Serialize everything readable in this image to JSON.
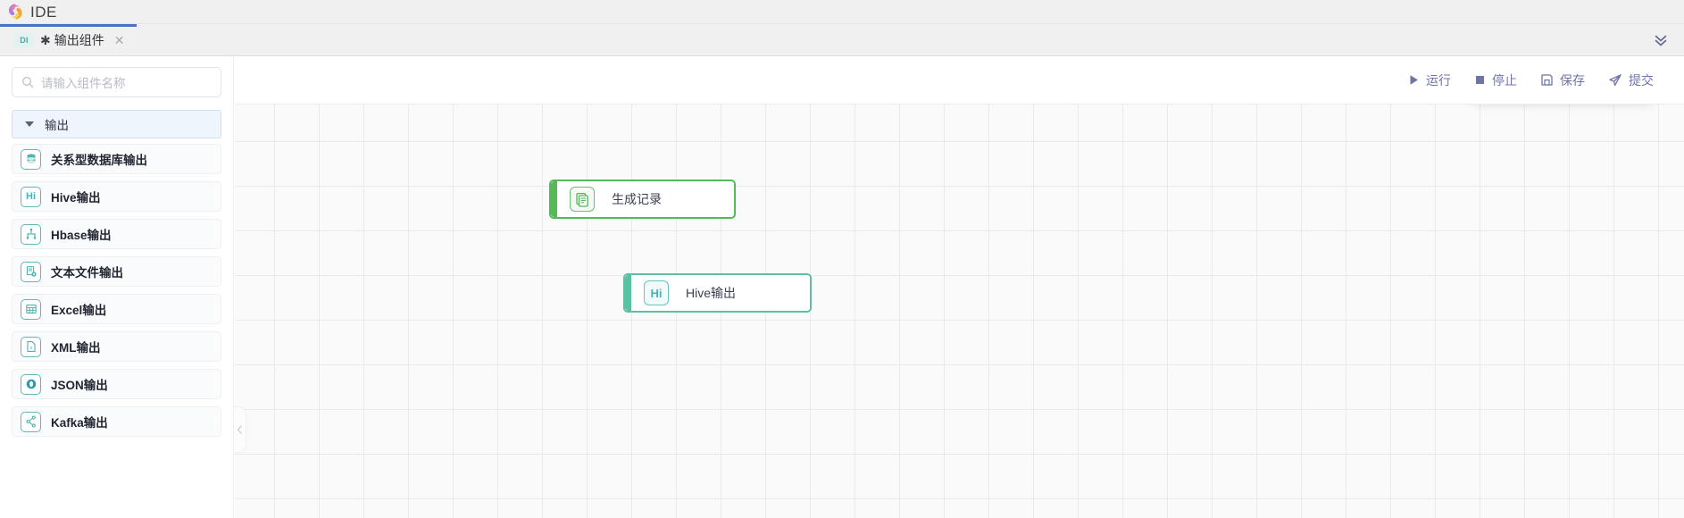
{
  "window": {
    "app_title": "IDE",
    "logo_icon": "swirl-logo-icon"
  },
  "tabbar": {
    "tabs": [
      {
        "badge": "DI",
        "dirty_marker": "✱",
        "label": "输出组件",
        "close_icon": "✕",
        "active": true
      }
    ],
    "more_icon": "chevron-double-down-icon"
  },
  "sidebar": {
    "search": {
      "placeholder": "请输入组件名称",
      "value": "",
      "icon": "search-icon"
    },
    "group": {
      "label": "输出",
      "expanded": true,
      "toggle_icon": "triangle-down-icon"
    },
    "components": [
      {
        "label": "关系型数据库输出",
        "icon": "database-icon"
      },
      {
        "label": "Hive输出",
        "icon": "hive-icon"
      },
      {
        "label": "Hbase输出",
        "icon": "hbase-icon"
      },
      {
        "label": "文本文件输出",
        "icon": "text-file-icon"
      },
      {
        "label": "Excel输出",
        "icon": "excel-grid-icon"
      },
      {
        "label": "XML输出",
        "icon": "xml-file-icon"
      },
      {
        "label": "JSON输出",
        "icon": "json-circle-icon"
      },
      {
        "label": "Kafka输出",
        "icon": "kafka-icon"
      }
    ],
    "collapse_handle_icon": "chevron-left-icon"
  },
  "toolbar": {
    "actions": [
      {
        "label": "运行",
        "icon": "play-icon"
      },
      {
        "label": "停止",
        "icon": "stop-square-icon"
      },
      {
        "label": "保存",
        "icon": "save-floppy-icon"
      },
      {
        "label": "提交",
        "icon": "submit-plane-icon"
      }
    ],
    "accent_color": "#6f74a8"
  },
  "canvas": {
    "float_tools": [
      {
        "icon": "marquee-select-icon",
        "name": "select-tool"
      },
      {
        "icon": "fit-view-icon",
        "name": "fit-view-tool"
      },
      {
        "icon": "zoom-in-icon",
        "name": "zoom-in-tool"
      },
      {
        "icon": "zoom-out-icon",
        "name": "zoom-out-tool"
      },
      {
        "icon": "locate-icon",
        "name": "locate-tool"
      },
      {
        "icon": "bookmark-icon",
        "name": "bookmark-tool"
      }
    ],
    "nodes": [
      {
        "id": "generate",
        "label": "生成记录",
        "icon": "records-doc-icon",
        "color": "#54b957"
      },
      {
        "id": "hive",
        "label": "Hive输出",
        "icon": "hive-hi-icon",
        "color": "#5cc0a2"
      }
    ],
    "edges": [
      {
        "from": "generate",
        "to": "hive",
        "badge_icon": "copy-layers-icon",
        "badge_color": "#7fb9ef"
      }
    ],
    "grid_size": 50,
    "background_color": "#fafafa"
  }
}
